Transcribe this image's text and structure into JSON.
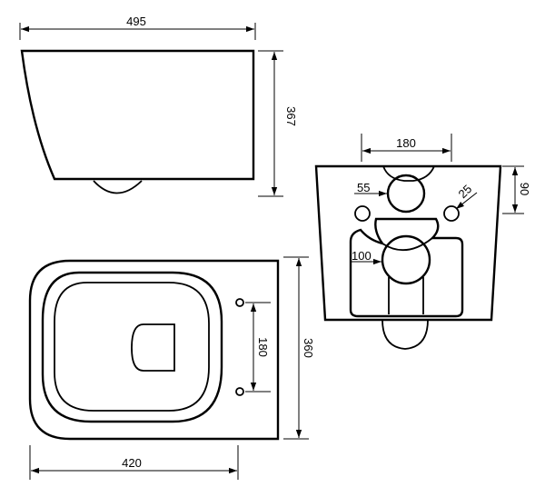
{
  "dimensions": {
    "side_width": "495",
    "side_height": "367",
    "top_length": "420",
    "top_width": "360",
    "top_bolt_spacing": "180",
    "rear_bolt_spacing": "180",
    "rear_top_offset": "90",
    "rear_inlet_diameter": "55",
    "rear_bolt_diameter": "25",
    "rear_outlet_diameter": "100"
  },
  "colors": {
    "line": "#000000",
    "background": "#ffffff"
  }
}
